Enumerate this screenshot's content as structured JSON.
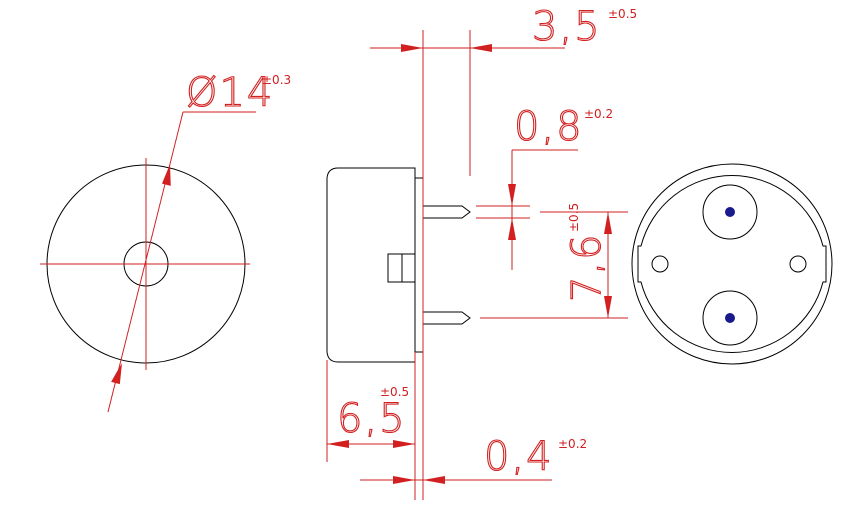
{
  "colors": {
    "dimension": "#d21f1f",
    "outline": "#000000",
    "pin_dot": "#1a1a8c",
    "background": "#ffffff"
  },
  "dimensions": {
    "diameter": {
      "value": "Ø14",
      "tolerance": "±0.3"
    },
    "pin_length": {
      "value": "3,5",
      "tolerance": "±0.5"
    },
    "pin_diameter": {
      "value": "0,8",
      "tolerance": "±0.2"
    },
    "pin_spacing": {
      "value": "7,6",
      "tolerance": "±0.5"
    },
    "body_height": {
      "value": "6,5",
      "tolerance": "±0.5"
    },
    "standoff": {
      "value": "0,4",
      "tolerance": "±0.2"
    }
  },
  "views": [
    "front-view",
    "side-view",
    "bottom-view"
  ]
}
